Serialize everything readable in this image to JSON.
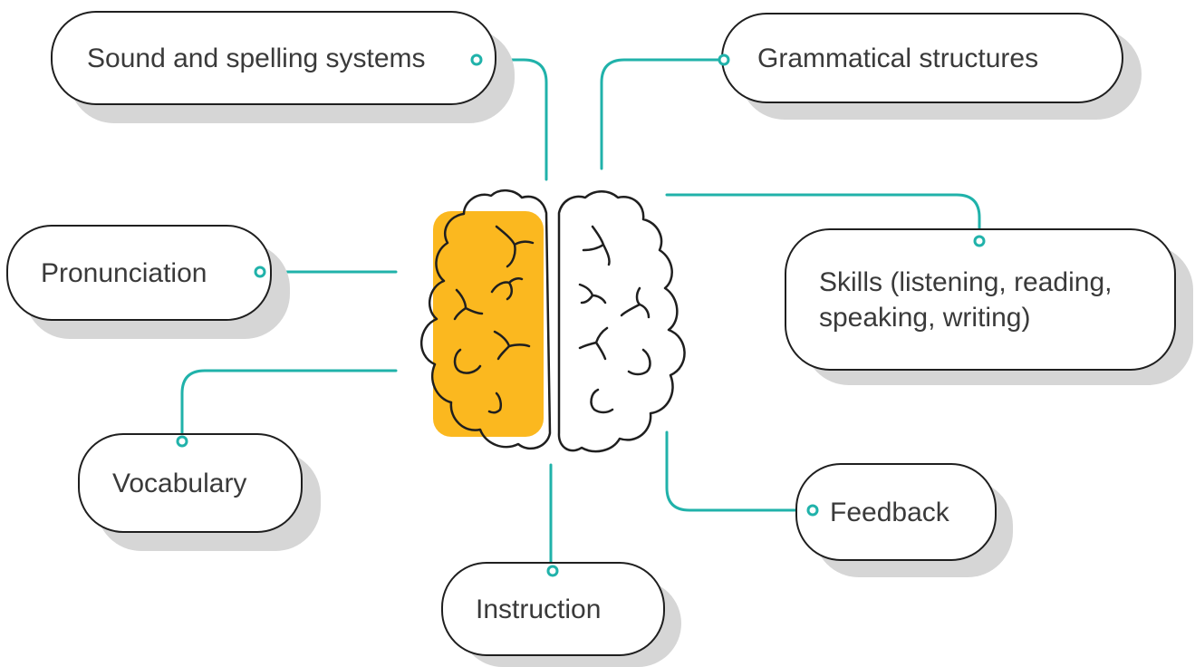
{
  "colors": {
    "accent": "#20b2aa",
    "brain_left_fill": "#fbb81f",
    "outline": "#1f1f1f",
    "shadow": "#d6d6d6",
    "text": "#3a3a3a"
  },
  "nodes": {
    "sound_spelling": "Sound and spelling systems",
    "grammatical": "Grammatical structures",
    "pronunciation": "Pronunciation",
    "skills": "Skills (listening, reading, speaking, writing)",
    "vocabulary": "Vocabulary",
    "feedback": "Feedback",
    "instruction": "Instruction"
  },
  "icons": {
    "center": "brain-icon"
  }
}
